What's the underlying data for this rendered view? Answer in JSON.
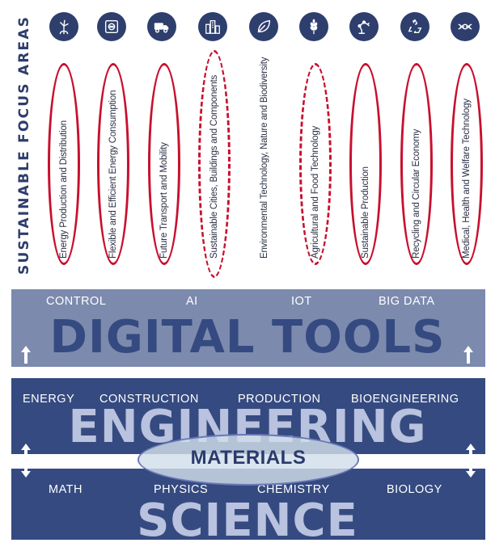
{
  "header": "SUSTAINABLE FOCUS AREAS",
  "focus_areas": [
    {
      "label": "Energy Production and Distribution",
      "icon": "wind-turbine-plant-icon",
      "style": "solid"
    },
    {
      "label": "Flexible and Efficient Energy Consumption",
      "icon": "power-socket-icon",
      "style": "solid"
    },
    {
      "label": "Future Transport and Mobility",
      "icon": "truck-icon",
      "style": "solid"
    },
    {
      "label": "Sustainable Cities, Buildings and Components",
      "icon": "city-buildings-icon",
      "style": "dashed"
    },
    {
      "label": "Environmental Technology, Nature and Biodiversity",
      "icon": "leaf-icon",
      "style": "none"
    },
    {
      "label": "Agricultural and Food Technology",
      "icon": "wheat-icon",
      "style": "dashed"
    },
    {
      "label": "Sustainable Production",
      "icon": "robot-arm-icon",
      "style": "solid"
    },
    {
      "label": "Recycling and Circular Economy",
      "icon": "recycle-icon",
      "style": "solid"
    },
    {
      "label": "Medical, Health and Welfare Technology",
      "icon": "dna-icon",
      "style": "solid"
    }
  ],
  "digital": {
    "items": [
      "CONTROL",
      "AI",
      "IOT",
      "BIG DATA"
    ],
    "title": "DIGITAL TOOLS"
  },
  "engineering": {
    "items": [
      "ENERGY",
      "CONSTRUCTION",
      "PRODUCTION",
      "BIOENGINEERING"
    ],
    "title": "ENGINEERING"
  },
  "materials": "MATERIALS",
  "science": {
    "items": [
      "MATH",
      "PHYSICS",
      "CHEMISTRY",
      "BIOLOGY"
    ],
    "title": "SCIENCE"
  },
  "colors": {
    "navy": "#354a80",
    "digital_band": "#7c8aae",
    "red": "#c8102e",
    "icon_bg": "#2e3f6e",
    "light_text": "#b9c2de"
  }
}
